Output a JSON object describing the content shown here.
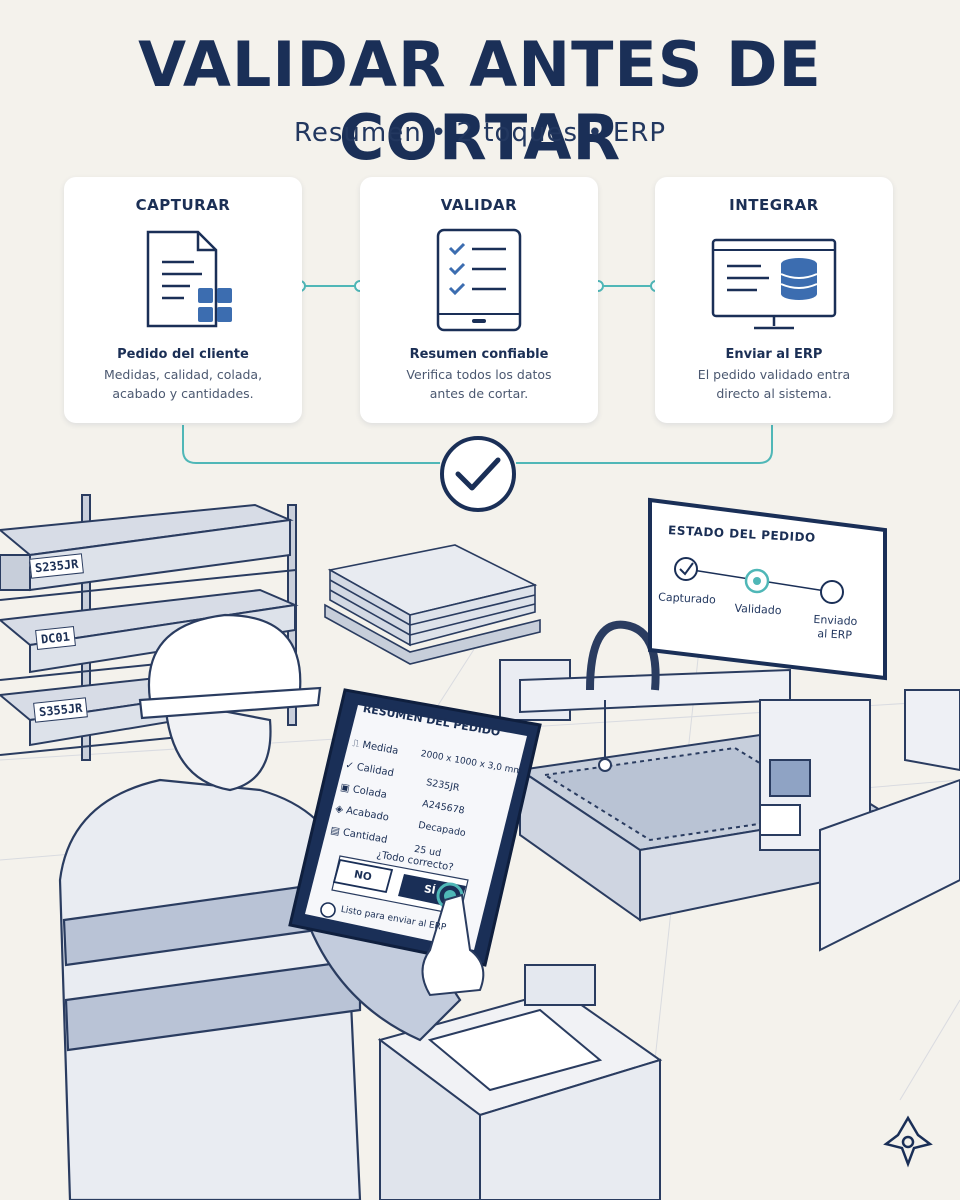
{
  "header": {
    "title": "VALIDAR ANTES DE CORTAR",
    "subtitle": "Resumen • 2 toques • ERP"
  },
  "cards": [
    {
      "heading": "CAPTURAR",
      "icon": "document-grid-icon",
      "caption_title": "Pedido del cliente",
      "caption_lines": [
        "Medidas, calidad, colada,",
        "acabado y cantidades."
      ]
    },
    {
      "heading": "VALIDAR",
      "icon": "checklist-tablet-icon",
      "caption_title": "Resumen confiable",
      "caption_lines": [
        "Verifica todos los datos",
        "antes de cortar."
      ]
    },
    {
      "heading": "INTEGRAR",
      "icon": "monitor-database-icon",
      "caption_title": "Enviar al ERP",
      "caption_lines": [
        "El pedido validado entra",
        "directo al sistema."
      ]
    }
  ],
  "rack_labels": [
    "S235JR",
    "DC01",
    "S355JR"
  ],
  "status_board": {
    "title": "ESTADO DEL PEDIDO",
    "steps": [
      {
        "label_lines": [
          "Capturado"
        ],
        "state": "done"
      },
      {
        "label_lines": [
          "Validado"
        ],
        "state": "active"
      },
      {
        "label_lines": [
          "Enviado",
          "al ERP"
        ],
        "state": "pending"
      }
    ]
  },
  "tablet": {
    "title": "RESUMEN DEL PEDIDO",
    "rows": [
      {
        "icon": "ruler-icon",
        "label": "Medida",
        "value": "2000 x 1000 x 3,0 mm"
      },
      {
        "icon": "check-icon",
        "label": "Calidad",
        "value": "S235JR"
      },
      {
        "icon": "box-icon",
        "label": "Colada",
        "value": "A245678"
      },
      {
        "icon": "drop-icon",
        "label": "Acabado",
        "value": "Decapado"
      },
      {
        "icon": "calendar-icon",
        "label": "Cantidad",
        "value": "25 ud"
      }
    ],
    "question": "¿Todo correcto?",
    "no_label": "NO",
    "yes_label": "SÍ",
    "footer": "Listo para enviar al ERP"
  },
  "colors": {
    "navy": "#1a2f57",
    "teal": "#4fb7b7",
    "accent_blue": "#3c6db0",
    "background": "#f4f2ec"
  }
}
